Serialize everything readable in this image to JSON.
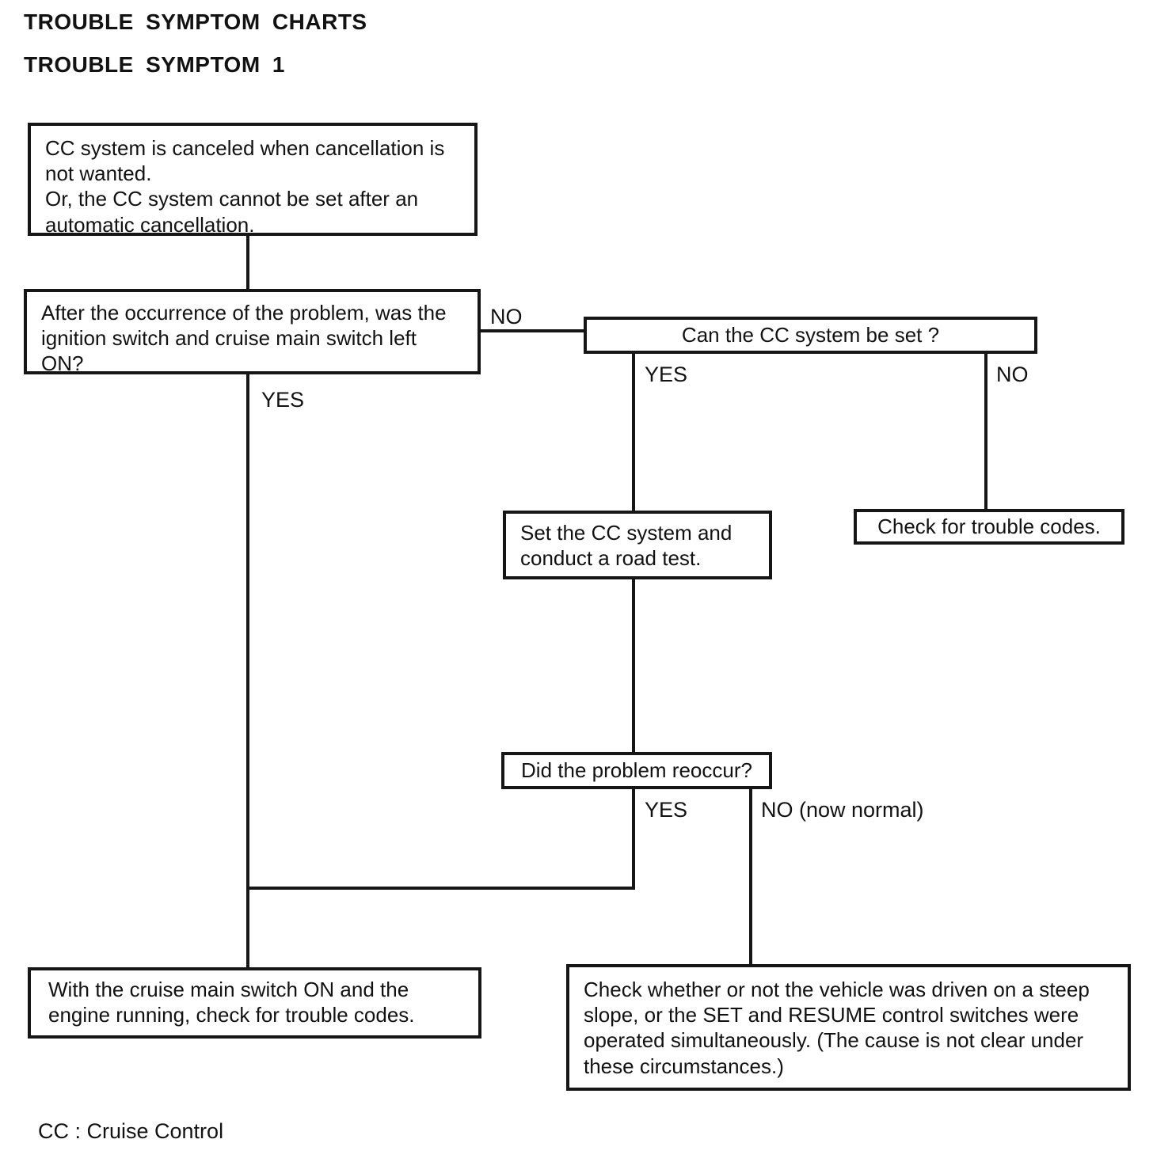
{
  "page": {
    "title": "TROUBLE SYMPTOM CHARTS",
    "subtitle": "TROUBLE SYMPTOM 1",
    "footnote": "CC : Cruise Control"
  },
  "flowchart": {
    "boxes": {
      "symptom": "CC system is canceled when cancellation is not wanted.\nOr, the CC system cannot be set after an automatic cancellation.",
      "q_ignition": "After the occurrence of the problem, was the ignition switch and cruise main switch left ON?",
      "q_can_set": "Can the CC system be set ?",
      "road_test": "Set the CC system and conduct a road test.",
      "trouble_codes": "Check for trouble codes.",
      "q_reoccur": "Did the problem reoccur?",
      "check_codes": "With the cruise main switch ON and the engine running, check for trouble codes.",
      "steep_slope": "Check whether or not the vehicle was driven on a steep slope, or the SET and RESUME control switches were operated simultaneously. (The cause is not clear under these circumstances.)"
    },
    "labels": {
      "ignition_no": "NO",
      "ignition_yes": "YES",
      "can_set_yes": "YES",
      "can_set_no": "NO",
      "reoccur_yes": "YES",
      "reoccur_no": "NO (now normal)"
    },
    "colors": {
      "ink": "#161616",
      "paper": "#ffffff"
    }
  }
}
